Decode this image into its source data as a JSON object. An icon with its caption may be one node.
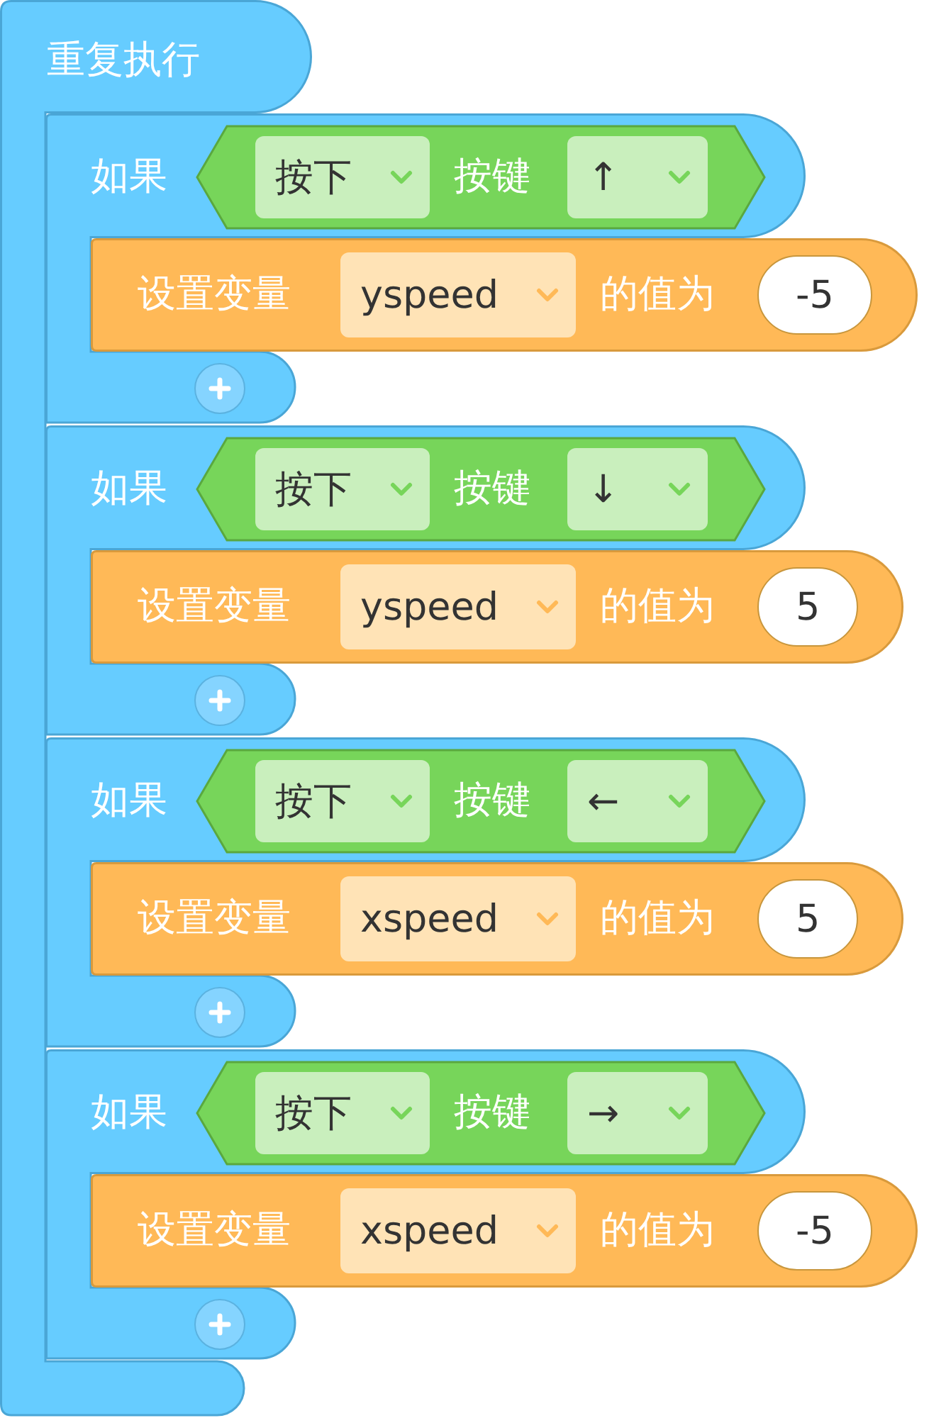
{
  "diagram": {
    "nodes": [
      {
        "text": [
          "重复执行"
        ]
      },
      {
        "text": [
          "如果"
        ]
      },
      {
        "text": [
          "按键"
        ],
        "in": 1
      },
      {
        "text": [
          "按下"
        ],
        "in": 2
      },
      {
        "text": [
          "↑"
        ],
        "in": 2
      },
      {
        "text": [
          "设置变量",
          "的值为"
        ],
        "in": 1
      },
      {
        "text": [
          "yspeed"
        ],
        "in": 5
      },
      {
        "text": [
          "-5"
        ],
        "in": 5
      },
      {
        "text": [],
        "shape": "circle",
        "in": 1
      },
      {
        "text": [
          "如果"
        ]
      },
      {
        "text": [
          "按键"
        ],
        "in": 9
      },
      {
        "text": [
          "按下"
        ],
        "in": 10
      },
      {
        "text": [
          "↓"
        ],
        "in": 10
      },
      {
        "text": [
          "设置变量",
          "的值为"
        ],
        "in": 9
      },
      {
        "text": [
          "yspeed"
        ],
        "in": 13
      },
      {
        "text": [
          "5"
        ],
        "in": 13
      },
      {
        "text": [],
        "shape": "circle",
        "in": 9
      },
      {
        "text": [
          "如果"
        ]
      },
      {
        "text": [
          "按键"
        ],
        "in": 17
      },
      {
        "text": [
          "按下"
        ],
        "in": 18
      },
      {
        "text": [
          "←"
        ],
        "in": 18
      },
      {
        "text": [
          "设置变量",
          "的值为"
        ],
        "in": 17
      },
      {
        "text": [
          "xspeed"
        ],
        "in": 21
      },
      {
        "text": [
          "5"
        ],
        "in": 21
      },
      {
        "text": [],
        "shape": "circle",
        "in": 17
      },
      {
        "text": [
          "如果"
        ]
      },
      {
        "text": [
          "按键"
        ],
        "in": 25
      },
      {
        "text": [
          "按下"
        ],
        "in": 26
      },
      {
        "text": [
          "→"
        ],
        "in": 26
      },
      {
        "text": [
          "设置变量",
          "的值为"
        ],
        "in": 25
      },
      {
        "text": [
          "xspeed"
        ],
        "in": 29
      },
      {
        "text": [
          "-5"
        ],
        "in": 29
      },
      {
        "text": [],
        "shape": "circle",
        "in": 25
      }
    ]
  }
}
